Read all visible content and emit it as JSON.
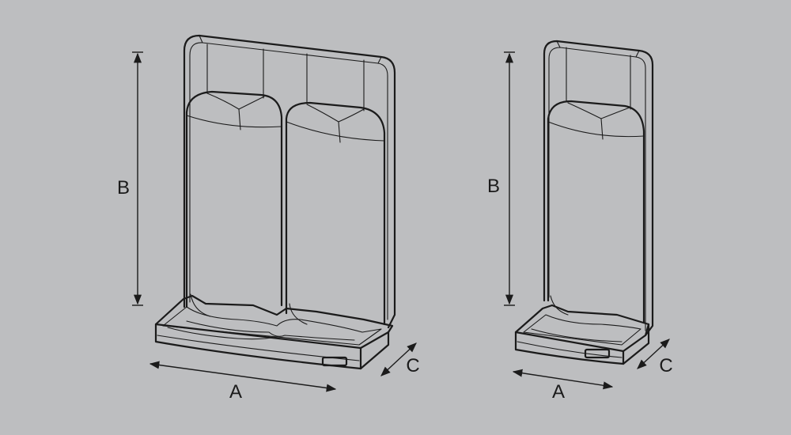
{
  "labels": {
    "left_b": "B",
    "left_a": "A",
    "left_c": "C",
    "right_b": "B",
    "right_a": "A",
    "right_c": "C"
  }
}
